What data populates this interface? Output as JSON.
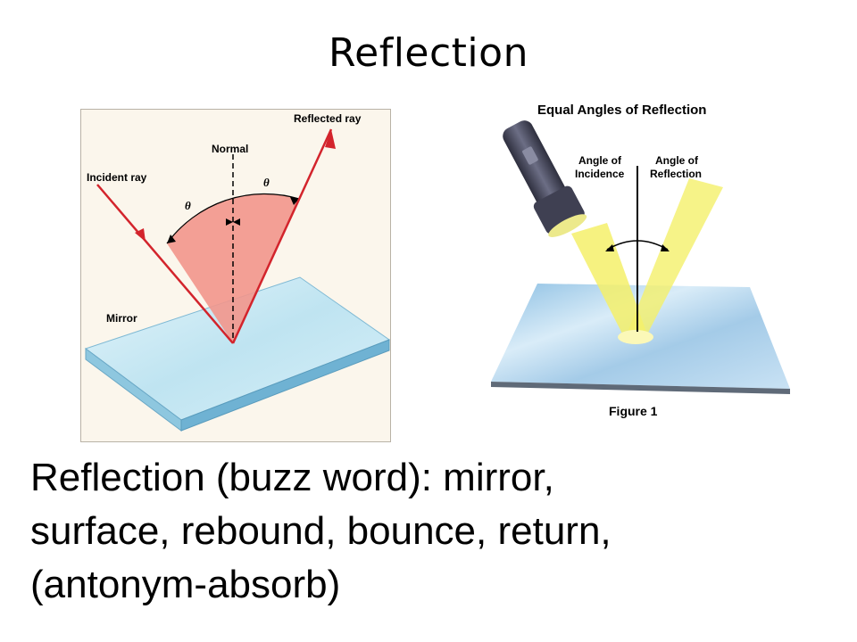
{
  "slide": {
    "title": "Reflection",
    "body_lines": [
      "Reflection (buzz word): mirror,",
      "surface, rebound, bounce, return,",
      "(antonym-absorb)"
    ]
  },
  "left_figure": {
    "labels": {
      "reflected_ray": "Reflected ray",
      "normal": "Normal",
      "incident_ray": "Incident ray",
      "theta_left": "θ",
      "theta_right": "θ",
      "mirror": "Mirror"
    },
    "colors": {
      "ray": "#d3242c",
      "wedge": "#f2968c",
      "mirror_top": "#bfe6f1",
      "mirror_side": "#6fb2d3"
    }
  },
  "right_figure": {
    "labels": {
      "title": "Equal Angles of Reflection",
      "angle_incidence_1": "Angle of",
      "angle_incidence_2": "Incidence",
      "angle_reflection_1": "Angle of",
      "angle_reflection_2": "Reflection",
      "caption": "Figure 1"
    },
    "icons": [
      "flashlight-icon"
    ],
    "colors": {
      "beam": "#f4f06a",
      "flashlight": "#45465a",
      "mirror": "#a9d0ea"
    }
  }
}
